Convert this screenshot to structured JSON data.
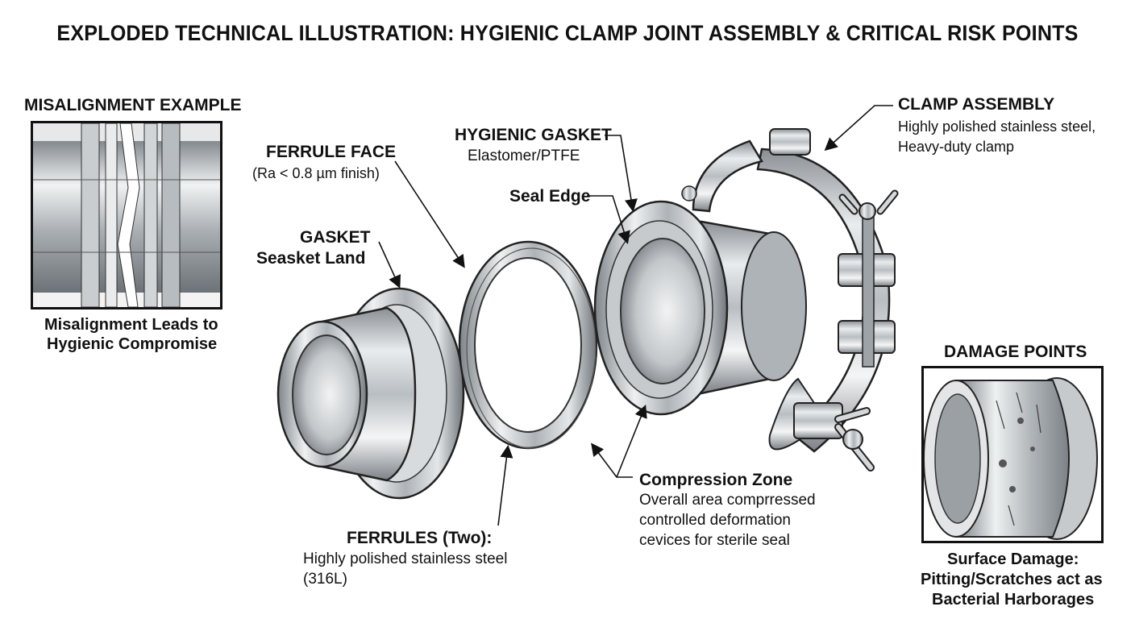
{
  "title": "EXPLODED TECHNICAL ILLUSTRATION: HYGIENIC CLAMP JOINT ASSEMBLY & CRITICAL RISK POINTS",
  "misalignment": {
    "heading": "MISALIGNMENT EXAMPLE",
    "caption_line1": "Misalignment Leads to",
    "caption_line2": "Hygienic Compromise"
  },
  "ferrule_face": {
    "heading": "FERRULE FACE",
    "detail": "(Ra < 0.8 µm finish)"
  },
  "hygienic_gasket": {
    "heading": "HYGIENIC GASKET",
    "detail": "Elastomer/PTFE"
  },
  "seal_edge": {
    "heading": "Seal Edge"
  },
  "gasket_land": {
    "heading": "GASKET",
    "detail": "Seasket Land"
  },
  "clamp_assembly": {
    "heading": "CLAMP ASSEMBLY",
    "detail_line1": "Highly polished stainless steel,",
    "detail_line2": "Heavy-duty clamp"
  },
  "ferrules": {
    "heading": "FERRULES (Two):",
    "detail_line1": "Highly polished stainless steel",
    "detail_line2": "(316L)"
  },
  "compression_zone": {
    "heading": "Compression Zone",
    "line1": "Overall area comprressed",
    "line2": "controlled deformation",
    "line3": "cevices for sterile seal"
  },
  "damage_points": {
    "heading": "DAMAGE POINTS",
    "caption_line1": "Surface Damage:",
    "caption_line2": "Pitting/Scratches act as",
    "caption_line3": "Bacterial Harborages"
  }
}
